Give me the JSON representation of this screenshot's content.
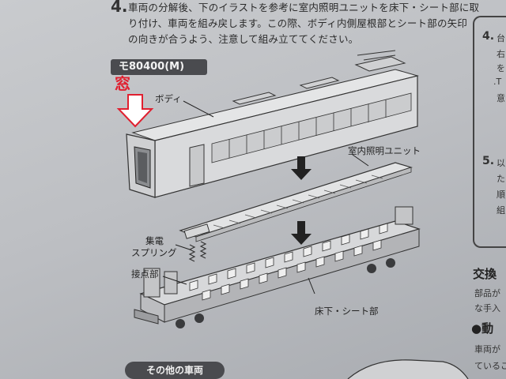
{
  "step4": {
    "number": "4.",
    "lines": [
      "車両の分解後、下のイラストを参考に室内照明ユニットを床下・シート部に取",
      "り付け、車両を組み戻します。この際、ボディ内側屋根部とシート部の矢印",
      "の向きが合うよう、注意して組み立ててください。"
    ]
  },
  "model_badge": "モ80400(M)",
  "annotation_red": "窓",
  "labels": {
    "body": "ボディ",
    "interior_light_unit": "室内照明ユニット",
    "collector_spring_line1": "集電",
    "collector_spring_line2": "スプリング",
    "contact": "接点部",
    "underfloor_seat": "床下・シート部"
  },
  "other_cars_badge": "その他の車両",
  "right_column": {
    "step4_number": "4.",
    "step4_frag": "台",
    "step5_number": "5.",
    "step5_frag": "以",
    "fragments": [
      "右",
      "を",
      ".T",
      "意",
      "た",
      "順",
      "組"
    ],
    "section_heading": "交換",
    "section_lines": [
      "部品が",
      "な手入"
    ],
    "bullet_heading": "●動",
    "bullet_lines": [
      "車両が",
      "ているこ"
    ]
  },
  "colors": {
    "annotation_red": "#e02030",
    "badge_bg": "#4a4b4f"
  }
}
